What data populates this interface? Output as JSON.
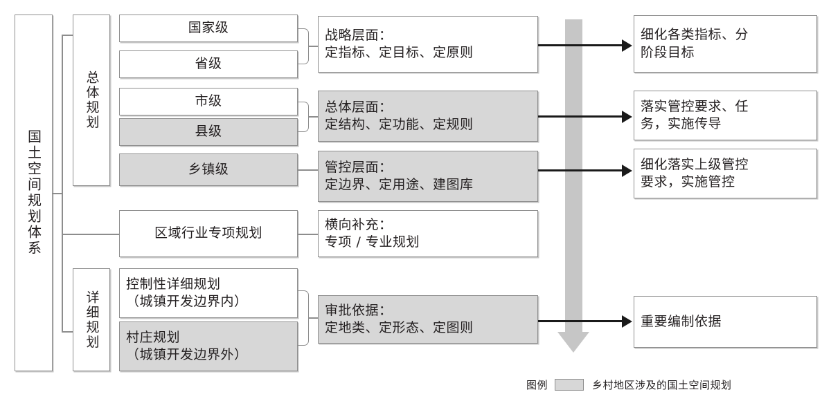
{
  "diagram": {
    "title": "国土空间规划体系",
    "root": {
      "label": "国土空间规划体系"
    },
    "groups": {
      "overall": {
        "label": "总体规划"
      },
      "detailed": {
        "label": "详细规划"
      }
    },
    "levels": [
      {
        "label": "国家级",
        "shaded": false
      },
      {
        "label": "省级",
        "shaded": false
      },
      {
        "label": "市级",
        "shaded": false
      },
      {
        "label": "县级",
        "shaded": true
      },
      {
        "label": "乡镇级",
        "shaded": true
      }
    ],
    "special": {
      "label": "区域行业专项规划",
      "shaded": false
    },
    "detail_items": [
      {
        "label": "控制性详细规划\n（城镇开发边界内）",
        "shaded": false
      },
      {
        "label": "村庄规划\n（城镇开发边界外）",
        "shaded": true
      }
    ],
    "aspects": [
      {
        "label": "战略层面：\n定指标、定目标、定原则",
        "shaded": false
      },
      {
        "label": "总体层面：\n定结构、定功能、定规则",
        "shaded": true
      },
      {
        "label": "管控层面：\n定边界、定用途、建图库",
        "shaded": true
      },
      {
        "label": "横向补充：\n专项 / 专业规划",
        "shaded": false
      },
      {
        "label": "审批依据：\n定地类、定形态、定图则",
        "shaded": true
      }
    ],
    "outcomes": [
      {
        "label": "细化各类指标、分\n阶段目标",
        "shaded": false
      },
      {
        "label": "落实管控要求、任\n务，实施传导",
        "shaded": false
      },
      {
        "label": "细化落实上级管控\n要求，实施管控",
        "shaded": false
      },
      {
        "label": "重要编制依据",
        "shaded": false
      }
    ],
    "legend": {
      "label": "图例",
      "swatch_color": "#d7d7d7",
      "description": "乡村地区涉及的国土空间规划"
    },
    "colors": {
      "shaded_fill": "#d7d7d7",
      "border": "#8d8d8d",
      "text": "#231f20",
      "arrow": "#1a1a1a",
      "gray_arrow": "#c6c6c6"
    }
  }
}
